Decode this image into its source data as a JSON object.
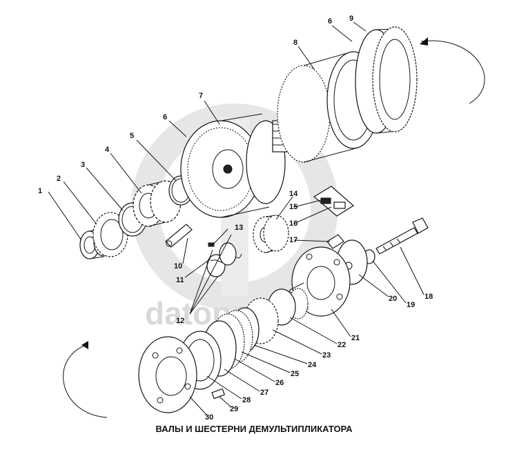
{
  "watermark": "datoparts",
  "caption": "ВАЛЫ И ШЕСТЕРНИ ДЕМУЛЬТИПЛИКАТОРА",
  "callouts": [
    "1",
    "2",
    "3",
    "4",
    "5",
    "6",
    "6",
    "7",
    "8",
    "9",
    "10",
    "11",
    "12",
    "13",
    "14",
    "15",
    "16",
    "17",
    "18",
    "19",
    "20",
    "21",
    "22",
    "23",
    "24",
    "25",
    "26",
    "27",
    "28",
    "29",
    "30"
  ]
}
